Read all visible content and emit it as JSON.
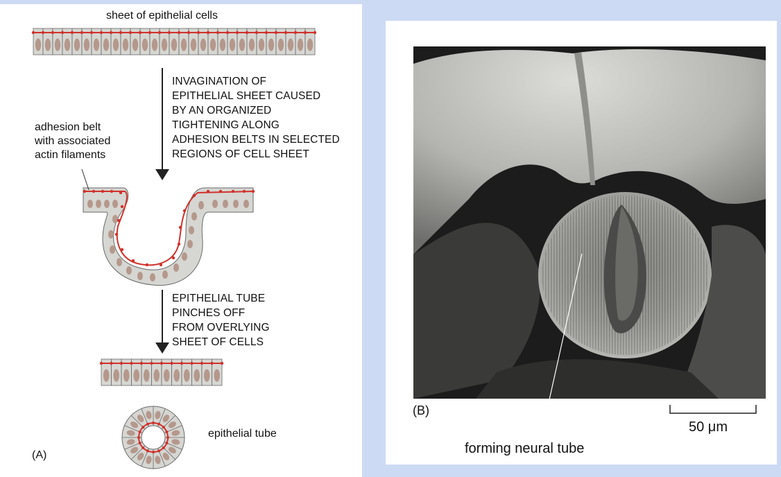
{
  "panel_a": {
    "label": "(A)",
    "top_title": "sheet of epithelial cells",
    "adhesion_label": [
      "adhesion belt",
      "with associated",
      "actin filaments"
    ],
    "step1_text": [
      "INVAGINATION OF",
      "EPITHELIAL SHEET CAUSED",
      "BY AN ORGANIZED",
      "TIGHTENING ALONG",
      "ADHESION BELTS IN SELECTED",
      "REGIONS OF CELL SHEET"
    ],
    "step2_text": [
      "EPITHELIAL TUBE",
      "PINCHES OFF",
      "FROM OVERLYING",
      "SHEET OF CELLS"
    ],
    "tube_label": "epithelial tube"
  },
  "panel_b": {
    "label": "(B)",
    "scale_label": "50 μm",
    "pointer_label": "forming neural tube"
  },
  "colors": {
    "background": "#ccdaf4",
    "cell_fill": "#d6d6d2",
    "nucleus": "#b5988c",
    "adhesion": "#d0322c",
    "outline": "#6a6a6a"
  }
}
